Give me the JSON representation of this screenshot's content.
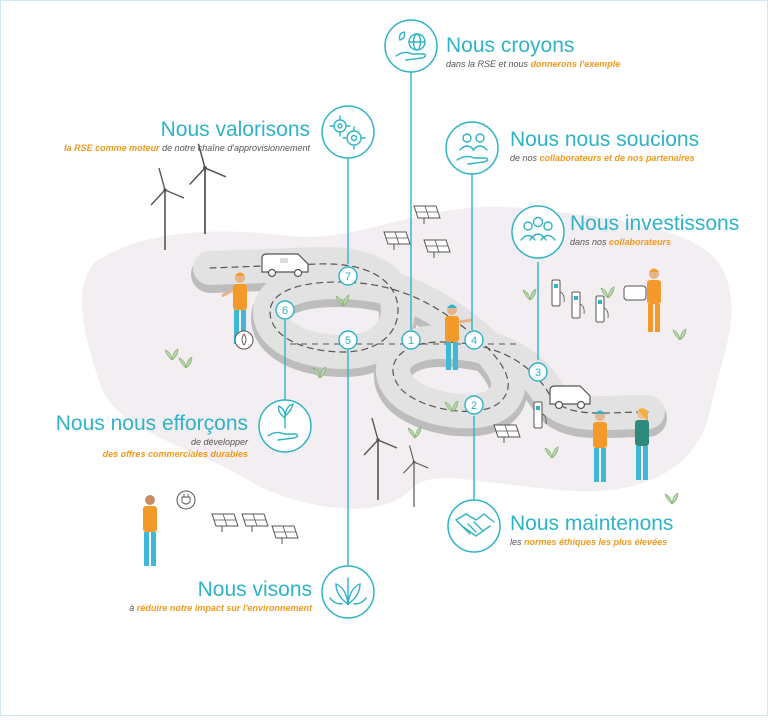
{
  "pillars": [
    {
      "id": "croyons",
      "title": "Nous croyons",
      "sub_pre": "dans la RSE et nous ",
      "sub_hl": "donnerons l'exemple",
      "sub_post": "",
      "icon": "globe-hand-icon"
    },
    {
      "id": "soucions",
      "title": "Nous nous soucions",
      "sub_pre": "de nos ",
      "sub_hl": "collaborateurs et de nos partenaires",
      "sub_post": "",
      "icon": "people-hand-icon"
    },
    {
      "id": "investissons",
      "title": "Nous investissons",
      "sub_pre": "dans nos ",
      "sub_hl": "collaborateurs",
      "sub_post": "",
      "icon": "team-icon"
    },
    {
      "id": "maintenons",
      "title": "Nous maintenons",
      "sub_pre": "les ",
      "sub_hl": "normes éthiques les plus élevées",
      "sub_post": "",
      "icon": "handshake-icon"
    },
    {
      "id": "visons",
      "title": "Nous visons",
      "sub_pre": "à ",
      "sub_hl": "réduire notre impact sur l'environnement",
      "sub_post": "",
      "icon": "leaves-icon"
    },
    {
      "id": "efforcons",
      "title": "Nous nous efforçons",
      "sub_pre": "de développer",
      "sub_hl": "des offres commerciales durables",
      "sub_post": "",
      "icon": "plant-hand-icon"
    },
    {
      "id": "valorisons",
      "title": "Nous valorisons",
      "sub_pre": "",
      "sub_hl": "la RSE comme moteur",
      "sub_post": " de notre chaîne d'approvisionnement",
      "icon": "gears-icon"
    }
  ],
  "road_markers": [
    "1",
    "2",
    "3",
    "4",
    "5",
    "6",
    "7"
  ],
  "colors": {
    "accent": "#2fb3c6",
    "highlight": "#f09a1c",
    "road": "#d9d9d9",
    "blob": "#f3eef1",
    "vest": "#f39a2b",
    "worker_pants": "#3fb8d6"
  }
}
